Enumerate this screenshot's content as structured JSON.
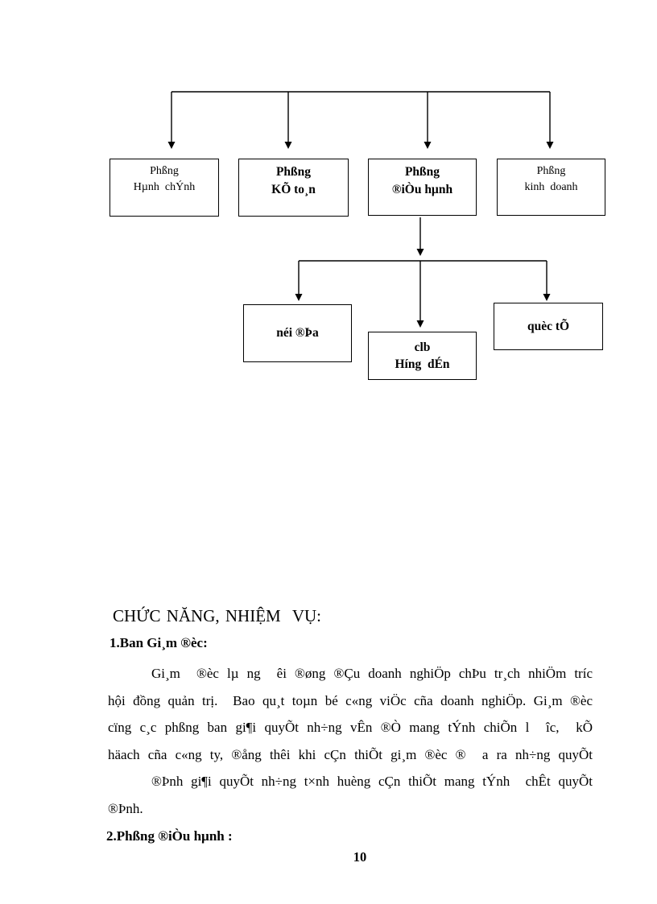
{
  "colors": {
    "ink": "#000000",
    "paper": "#ffffff"
  },
  "org_chart": {
    "level1_boxes": [
      {
        "line1": "Phßng",
        "line2": "Hµnh  chÝnh"
      },
      {
        "line1": "Phßng",
        "line2": "KÕ to¸n"
      },
      {
        "line1": "Phßng",
        "line2": "®iÒu hµnh"
      },
      {
        "line1": "Phßng",
        "line2": "kinh  doanh"
      }
    ],
    "level2_boxes": [
      {
        "label": "néi ®Þa"
      },
      {
        "line1": "clb",
        "line2": "Híng  dÉn"
      },
      {
        "label": "quèc tÕ"
      }
    ]
  },
  "content": {
    "heading": "CHỨC NĂNG, NHIỆM  VỤ:",
    "section1_title": "1.Ban Gi¸m ®èc:",
    "paragraph_lines": [
      "Gi¸m  ®èc lµ ng  êi ®øng ®Çu doanh nghiÖp chÞu tr¸ch nhiÖm tríc",
      "hội đồng quản trị.  Bao qu¸t toµn bé c«ng viÖc cña doanh nghiÖp. Gi¸m ®èc",
      "cïng c¸c phßng ban gi¶i quyÕt nh÷ng vÊn ®Ò mang tÝnh chiÕn l  îc,  kÕ",
      "häach cña c«ng ty, ®ång thêi khi cÇn thiÕt gi¸m ®èc ®  a ra nh÷ng quyÕt",
      "®Þnh gi¶i quyÕt nh÷ng t×nh huèng cÇn thiÕt mang tÝnh  chÊt quyÕt",
      "®Þnh."
    ],
    "section2_title": "2.Phßng ®iÒu hµnh :"
  },
  "footer": {
    "page_number": "10"
  }
}
